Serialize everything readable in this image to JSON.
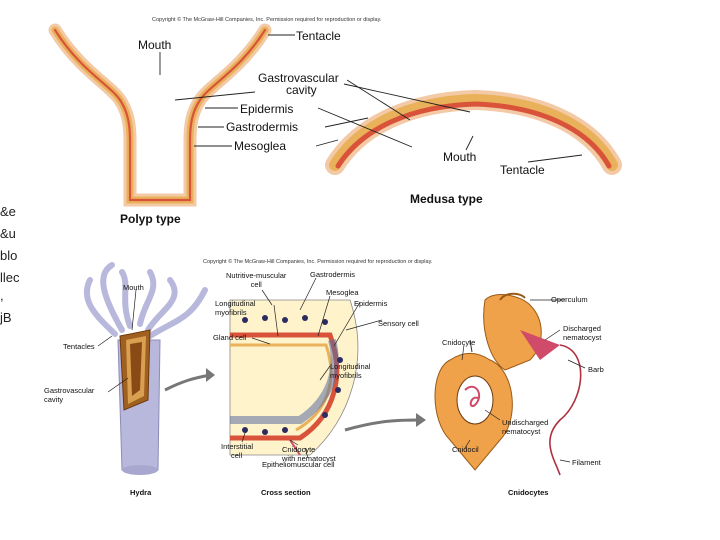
{
  "left_fragments": [
    "&e",
    "&u",
    "blo",
    "llec",
    ",",
    "jB"
  ],
  "top_figure": {
    "copyright": "Copyright © The McGraw-Hill Companies, Inc. Permission required for reproduction or display.",
    "labels": {
      "mouth_polyp": "Mouth",
      "tentacle_polyp": "Tentacle",
      "gastrovascular_1": "Gastrovascular",
      "gastrovascular_2": "cavity",
      "epidermis": "Epidermis",
      "gastrodermis": "Gastrodermis",
      "mesoglea": "Mesoglea",
      "mouth_medusa": "Mouth",
      "tentacle_medusa": "Tentacle",
      "polyp_type": "Polyp type",
      "medusa_type": "Medusa type"
    },
    "colors": {
      "epidermis": "#f3c9a6",
      "mesoglea": "#e8b15a",
      "gastrodermis": "#d9533a"
    }
  },
  "bottom_figure": {
    "copyright": "Copyright © The McGraw-Hill Companies, Inc. Permission required for reproduction or display.",
    "labels": {
      "mouth": "Mouth",
      "tentacles": "Tentacles",
      "gv_1": "Gastrovascular",
      "gv_2": "cavity",
      "hydra": "Hydra",
      "nutritive_1": "Nutritive-muscular",
      "nutritive_2": "cell",
      "gastrodermis": "Gastrodermis",
      "mesoglea": "Mesoglea",
      "epidermis": "Epidermis",
      "sensory": "Sensory cell",
      "long_myo_a1": "Longitudinal",
      "long_myo_a2": "myofibrils",
      "gland": "Gland cell",
      "long_myo_b1": "Longitudinal",
      "long_myo_b2": "myofibrils",
      "interstitial_1": "Interstitial",
      "interstitial_2": "cell",
      "cnidocyte_nem_1": "Cnidocyte",
      "cnidocyte_nem_2": "with nematocyst",
      "epimusc": "Epitheliomuscular cell",
      "cross_section": "Cross section",
      "operculum": "Operculum",
      "cnidocyte": "Cnidocyte",
      "discharged_1": "Discharged",
      "discharged_2": "nematocyst",
      "barb": "Barb",
      "undischarged_1": "Undischarged",
      "undischarged_2": "nematocyst",
      "cnidocil": "Cnidocil",
      "filament": "Filament",
      "cnidocytes": "Cnidocytes"
    },
    "colors": {
      "hydra_body": "#b8b8dc",
      "cell_orange": "#f0a24a",
      "nematocyst": "#d04a6a",
      "filament": "#b03040"
    }
  }
}
